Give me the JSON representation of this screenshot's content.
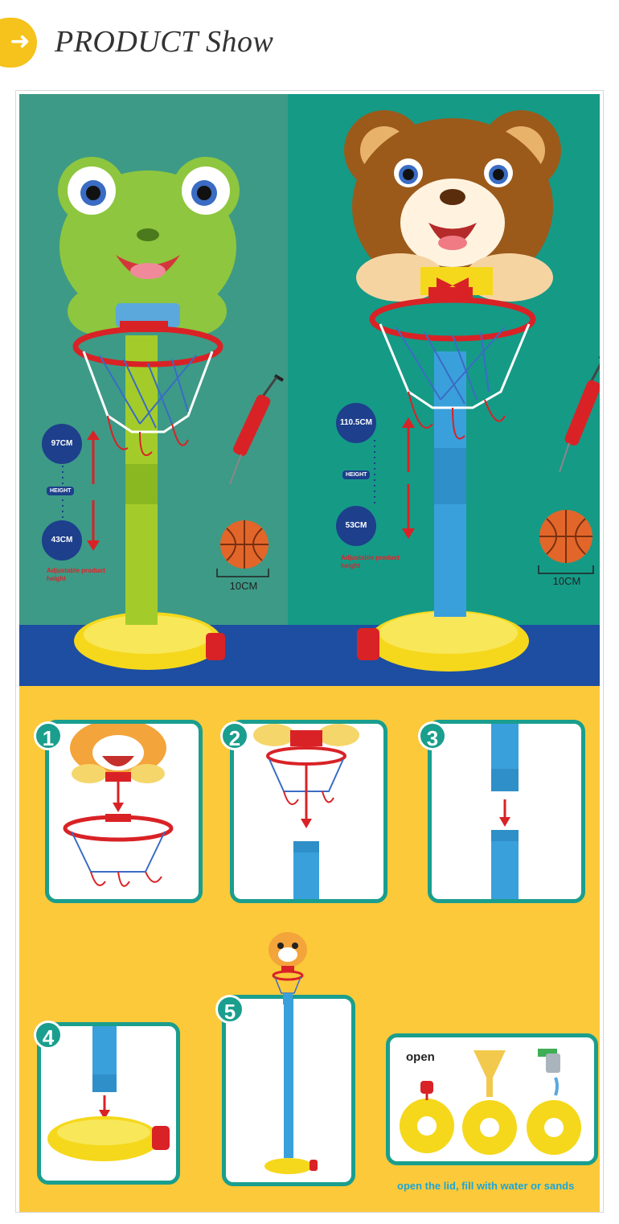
{
  "header": {
    "title": "PRODUCT Show",
    "arrow_icon": "chevron-right-icon",
    "badge_color": "#f6c21c"
  },
  "frog_panel": {
    "bg_color": "#3d9a86",
    "floor_color": "#1d4ea1",
    "max_height": "97CM",
    "min_height": "43CM",
    "height_label": "HEIGHT",
    "adjustable_text": "Adjustable product height",
    "ball_size": "10CM"
  },
  "bear_panel": {
    "bg_color": "#159a86",
    "floor_color": "#1d4ea1",
    "max_height": "110.5CM",
    "min_height": "53CM",
    "height_label": "HEIGHT",
    "adjustable_text": "Adjustable product height",
    "ball_size": "10CM"
  },
  "steps": {
    "bg_color": "#fbc93a",
    "accent_color": "#1a9e8d",
    "numbers": [
      "1",
      "2",
      "3",
      "4",
      "5"
    ],
    "open_label": "open",
    "caption": "open the lid, fill with water or sands"
  }
}
